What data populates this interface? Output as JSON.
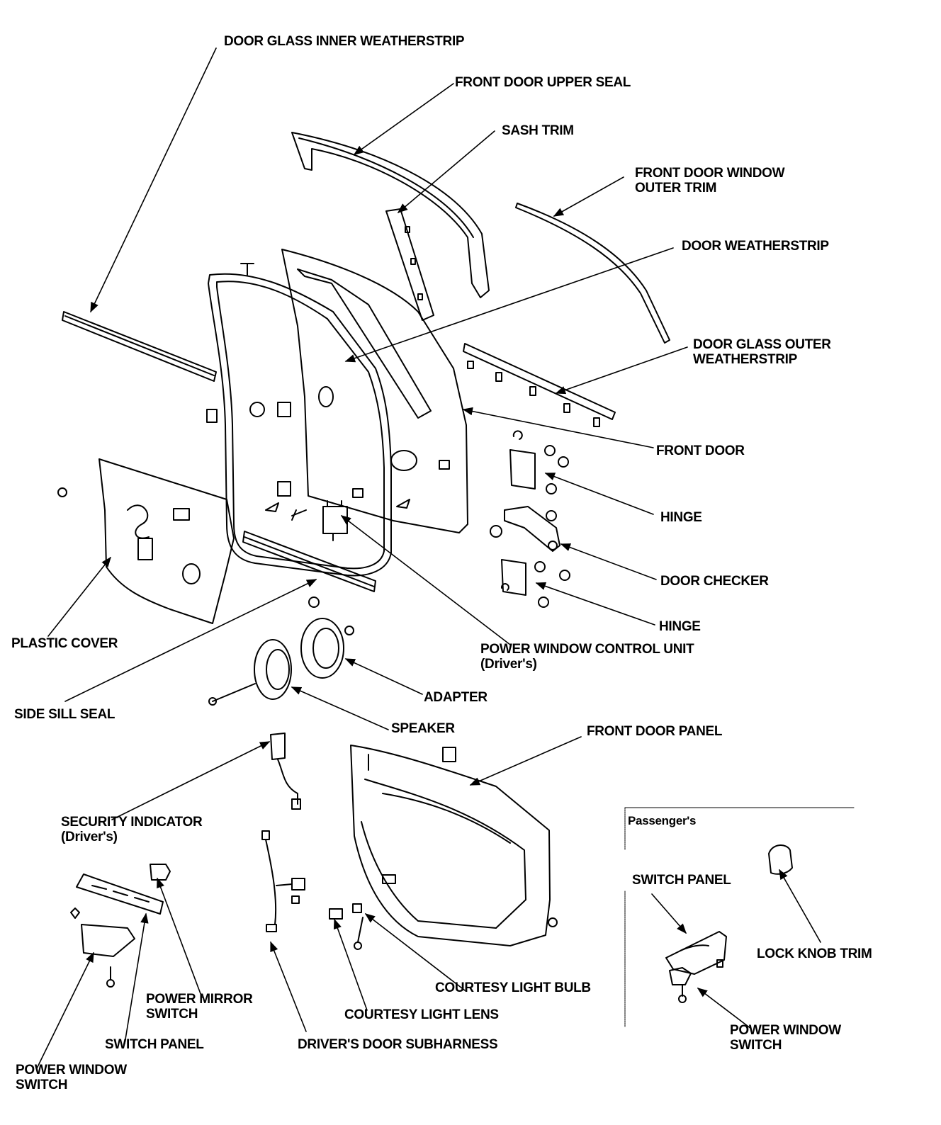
{
  "diagram": {
    "title": "Front door exploded view",
    "labels": {
      "door_glass_inner_weatherstrip": [
        "DOOR GLASS INNER WEATHERSTRIP"
      ],
      "front_door_upper_seal": [
        "FRONT DOOR UPPER SEAL"
      ],
      "sash_trim": [
        "SASH TRIM"
      ],
      "front_door_window_outer_trim": [
        "FRONT DOOR WINDOW",
        "OUTER TRIM"
      ],
      "door_weatherstrip": [
        "DOOR WEATHERSTRIP"
      ],
      "door_glass_outer_weatherstrip": [
        "DOOR GLASS OUTER",
        "WEATHERSTRIP"
      ],
      "front_door": [
        "FRONT DOOR"
      ],
      "hinge_upper": [
        "HINGE"
      ],
      "door_checker": [
        "DOOR CHECKER"
      ],
      "hinge_lower": [
        "HINGE"
      ],
      "plastic_cover": [
        "PLASTIC COVER"
      ],
      "power_window_control_unit": [
        "POWER WINDOW CONTROL UNIT",
        "(Driver's)"
      ],
      "adapter": [
        "ADAPTER"
      ],
      "side_sill_seal": [
        "SIDE SILL SEAL"
      ],
      "speaker": [
        "SPEAKER"
      ],
      "front_door_panel": [
        "FRONT DOOR PANEL"
      ],
      "security_indicator": [
        "SECURITY INDICATOR",
        "(Driver's)"
      ],
      "power_mirror_switch": [
        "POWER MIRROR",
        "SWITCH"
      ],
      "switch_panel_driver": [
        "SWITCH PANEL"
      ],
      "power_window_switch_driver": [
        "POWER WINDOW",
        "SWITCH"
      ],
      "drivers_door_subharness": [
        "DRIVER'S DOOR SUBHARNESS"
      ],
      "courtesy_light_lens": [
        "COURTESY LIGHT LENS"
      ],
      "courtesy_light_bulb": [
        "COURTESY LIGHT BULB"
      ],
      "passenger_box_title": [
        "Passenger's"
      ],
      "switch_panel_passenger": [
        "SWITCH PANEL"
      ],
      "lock_knob_trim": [
        "LOCK KNOB TRIM"
      ],
      "power_window_switch_passenger": [
        "POWER WINDOW",
        "SWITCH"
      ]
    }
  }
}
